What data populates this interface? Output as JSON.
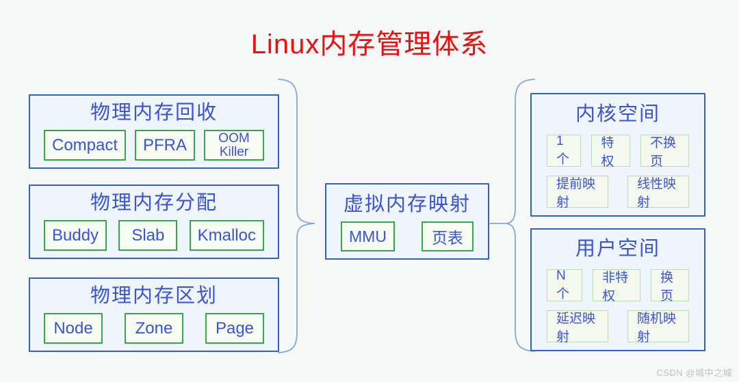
{
  "title": "Linux内存管理体系",
  "watermark": "CSDN @城中之城",
  "colors": {
    "title_red": "#f20d0d",
    "text_blue": "#3b53d6",
    "box_border_blue": "#2e64c8",
    "box_fill_blue": "#eff5fc",
    "chip_border_green": "#3aa546",
    "chip_fill_green": "#f6fbf3",
    "pill_border_green": "#bedcb4",
    "pill_fill_green": "#f3f9ef",
    "brace_blue": "#7fa8e2",
    "background": "#f7f8f8"
  },
  "left_boxes": [
    {
      "title": "物理内存回收",
      "items": [
        "Compact",
        "PFRA",
        "OOM Killer"
      ]
    },
    {
      "title": "物理内存分配",
      "items": [
        "Buddy",
        "Slab",
        "Kmalloc"
      ]
    },
    {
      "title": "物理内存区划",
      "items": [
        "Node",
        "Zone",
        "Page"
      ]
    }
  ],
  "center_box": {
    "title": "虚拟内存映射",
    "items": [
      "MMU",
      "页表"
    ]
  },
  "right_boxes": [
    {
      "title": "内核空间",
      "row1": [
        "1个",
        "特权",
        "不换页"
      ],
      "row2": [
        "提前映射",
        "线性映射"
      ]
    },
    {
      "title": "用户空间",
      "row1": [
        "N个",
        "非特权",
        "换页"
      ],
      "row2": [
        "延迟映射",
        "随机映射"
      ]
    }
  ]
}
